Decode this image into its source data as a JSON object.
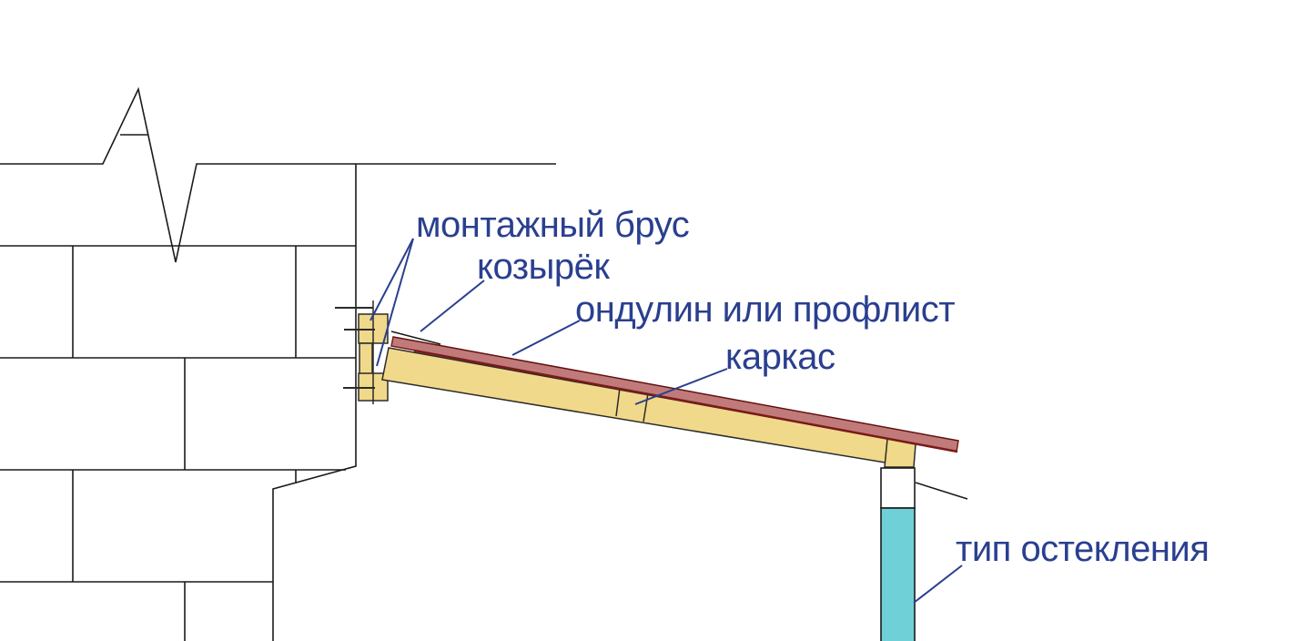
{
  "colors": {
    "line": "#1a1a1a",
    "label": "#2a3f8f",
    "leader": "#2a3f8f",
    "wood": "#f0d98a",
    "wood_stroke": "#2b2b2b",
    "sheet": "#c07a7a",
    "sheet_edge": "#7a1a1a",
    "glass": "#6fd0d8",
    "background": "#ffffff"
  },
  "labels": {
    "mounting_beam": "монтажный брус",
    "canopy": "козырёк",
    "roofing": "ондулин или профлист",
    "frame": "каркас",
    "glazing": "тип остекления"
  }
}
